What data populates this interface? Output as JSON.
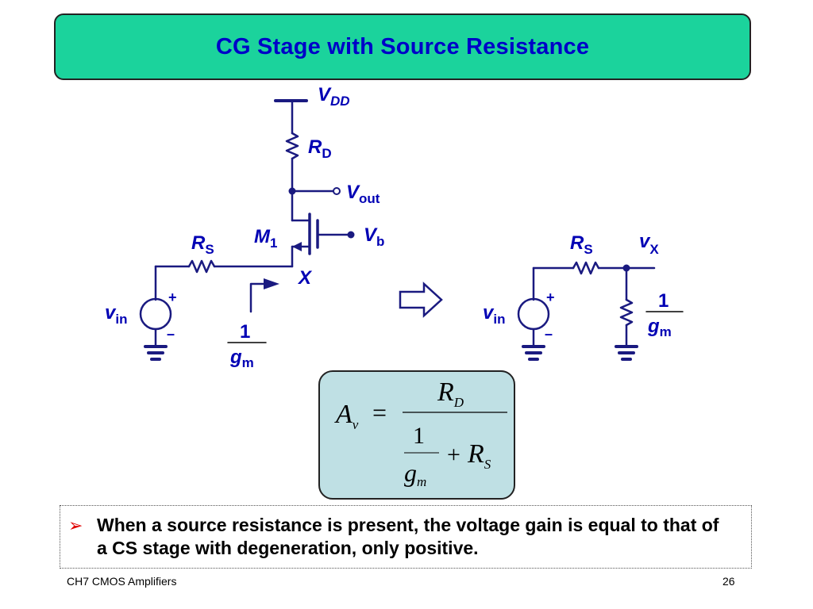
{
  "slide": {
    "title": "CG Stage with Source Resistance",
    "footer_left": "CH7 CMOS Amplifiers",
    "page_number": "26",
    "bullet_text": "When a source resistance is present, the voltage gain is equal to that of a CS stage with degeneration, only positive.",
    "bullet_symbol": "➢"
  },
  "circuit_left": {
    "vdd_main": "V",
    "vdd_sub": "DD",
    "rd_main": "R",
    "rd_sub": "D",
    "vout_main": "V",
    "vout_sub": "out",
    "vb_main": "V",
    "vb_sub": "b",
    "m1_main": "M",
    "m1_sub": "1",
    "rs_main": "R",
    "rs_sub": "S",
    "x_label": "X",
    "vin_main": "v",
    "vin_sub": "in",
    "plus": "+",
    "minus": "–",
    "frac_num": "1",
    "frac_den_main": "g",
    "frac_den_sub": "m"
  },
  "circuit_right": {
    "rs_main": "R",
    "rs_sub": "S",
    "vx_main": "v",
    "vx_sub": "X",
    "vin_main": "v",
    "vin_sub": "in",
    "plus": "+",
    "minus": "–",
    "frac_num": "1",
    "frac_den_main": "g",
    "frac_den_sub": "m"
  },
  "formula": {
    "lhs_main": "A",
    "lhs_sub": "v",
    "equals": "=",
    "num_main": "R",
    "num_sub": "D",
    "den_frac_num": "1",
    "den_frac_den_main": "g",
    "den_frac_den_sub": "m",
    "plus": "+",
    "den_r_main": "R",
    "den_r_sub": "S"
  },
  "colors": {
    "title_bg": "#1bd39c",
    "title_text": "#0000c8",
    "wire": "#1a1a80",
    "label": "#0000b4",
    "formula_bg": "#bfe0e4",
    "bullet": "#e00000"
  }
}
